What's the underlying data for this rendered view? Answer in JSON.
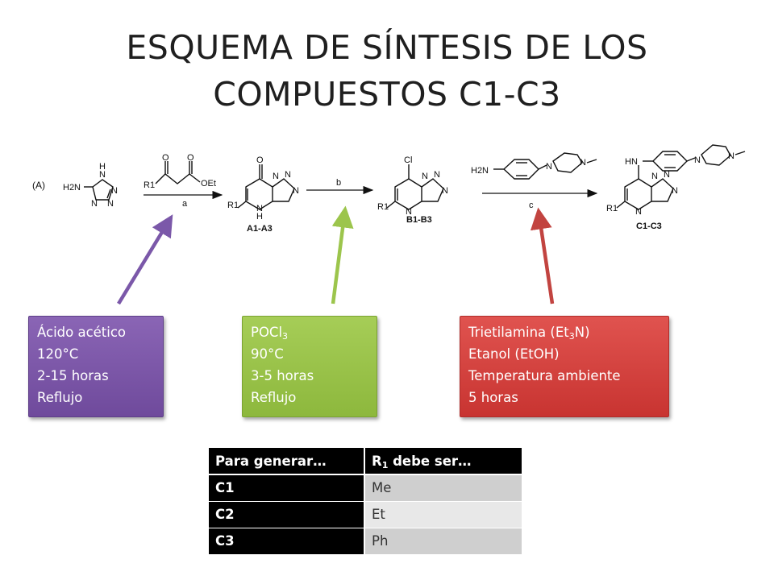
{
  "title": {
    "line1": "ESQUEMA DE SÍNTESIS DE LOS",
    "line2": "COMPUESTOS C1-C3"
  },
  "scheme": {
    "panel_label": "(A)",
    "reagent_a_label": "a",
    "reagent_b_label": "b",
    "reagent_c_label": "c",
    "compound_a": "A1-A3",
    "compound_b": "B1-B3",
    "compound_c": "C1-C3",
    "atoms": {
      "H2N": "H2N",
      "N": "N",
      "H": "H",
      "O": "O",
      "OEt": "OEt",
      "R1": "R1",
      "Cl": "Cl",
      "HN": "HN"
    }
  },
  "conditions": {
    "a": {
      "color": "#7b58a9",
      "lines": [
        "Ácido acético",
        "120°C",
        "2-15 horas",
        "Reflujo"
      ]
    },
    "b": {
      "color": "#9cc54c",
      "line1_main": "POCl",
      "line1_sub": "3",
      "lines": [
        "90°C",
        "3-5 horas",
        "Reflujo"
      ]
    },
    "c": {
      "color": "#d4403d",
      "line1_pre": "Trietilamina (Et",
      "line1_sub": "3",
      "line1_post": "N)",
      "lines": [
        "Etanol (EtOH)",
        "Temperatura ambiente",
        "5 horas"
      ]
    }
  },
  "table": {
    "header_col1": "Para generar…",
    "header_col2_main": "R",
    "header_col2_sub": "1",
    "header_col2_rest": " debe ser…",
    "rows": [
      {
        "compound": "C1",
        "r1": "Me"
      },
      {
        "compound": "C2",
        "r1": "Et"
      },
      {
        "compound": "C3",
        "r1": "Ph"
      }
    ]
  }
}
